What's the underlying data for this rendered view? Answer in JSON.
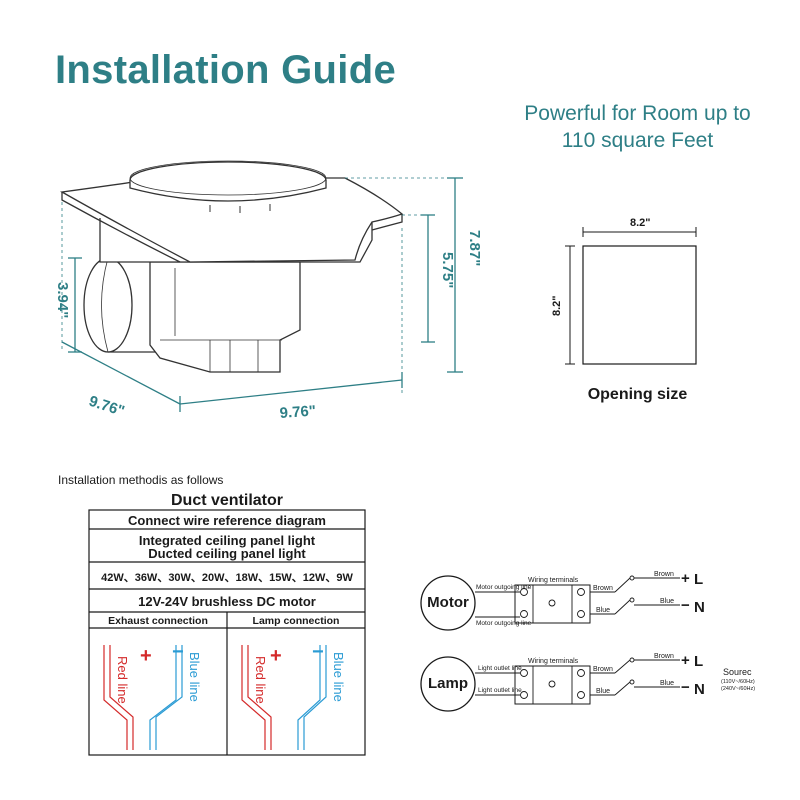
{
  "title": "Installation Guide",
  "subtitle": [
    "Powerful for Room up to",
    "110 square Feet"
  ],
  "dimensions": {
    "height_total": "7.87\"",
    "height_body": "5.75\"",
    "duct": "3.94\"",
    "depth": "9.76\"",
    "width": "9.76\""
  },
  "opening": {
    "width": "8.2\"",
    "height": "8.2\"",
    "label": "Opening size"
  },
  "method_label": "Installation methodis as follows",
  "table": {
    "title": "Duct ventilator",
    "row1": "Connect wire reference diagram",
    "row2a": "Integrated ceiling panel light",
    "row2b": "Ducted ceiling panel light",
    "wattages": "42W、36W、30W、20W、18W、15W、12W、9W",
    "motor": "12V-24V brushless  DC motor",
    "col_left": "Exhaust connection",
    "col_right": "Lamp connection",
    "red_line": "Red line",
    "blue_line": "Blue line",
    "plus": "+",
    "minus": "−"
  },
  "wiring": {
    "motor": {
      "device": "Motor",
      "outgoing_top": "Motor outgoing line",
      "outgoing_bottom": "Motor outgoing line",
      "terminals": "Wiring terminals",
      "brown_a": "Brown",
      "blue_a": "Blue",
      "brown_b": "Brown",
      "blue_b": "Blue",
      "L": "L",
      "N": "N",
      "plus": "+",
      "minus": "−"
    },
    "lamp": {
      "device": "Lamp",
      "outgoing_top": "Light outlet line",
      "outgoing_bottom": "Light outlet line",
      "terminals": "Wiring terminals",
      "brown_a": "Brown",
      "blue_a": "Blue",
      "brown_b": "Brown",
      "blue_b": "Blue",
      "L": "L",
      "N": "N",
      "plus": "+",
      "minus": "−"
    },
    "source": {
      "title": "Sourec",
      "line1": "(110V~/60Hz)",
      "line2": "(240V~/60Hz)"
    }
  },
  "colors": {
    "accent": "#2e7f86",
    "red": "#d42a2a",
    "blue": "#2a9bd4"
  }
}
